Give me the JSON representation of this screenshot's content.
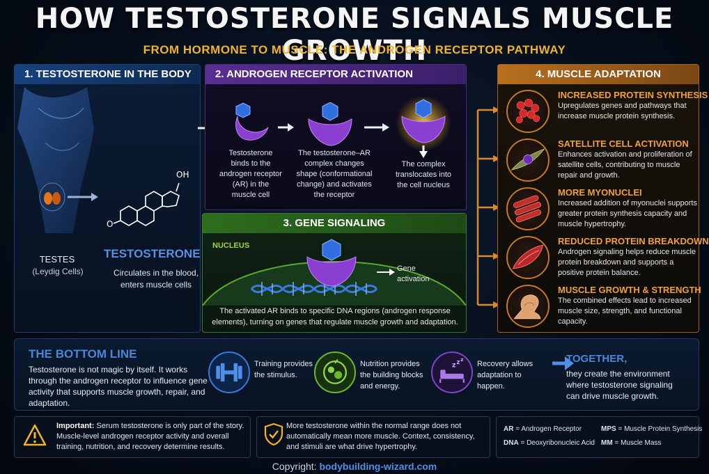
{
  "title": "HOW TESTOSTERONE SIGNALS MUSCLE GROWTH",
  "subtitle": "FROM HORMONE TO MUSCLE: THE ANDROGEN RECEPTOR PATHWAY",
  "colors": {
    "blue": "#17427e",
    "purple": "#5a2d92",
    "green": "#2e6d1e",
    "orange": "#b8701f",
    "gold": "#f0b429"
  },
  "panel1": {
    "heading": "1. TESTOSTERONE IN THE BODY",
    "testes_label": "TESTES",
    "testes_sub": "(Leydig Cells)",
    "molecule_oh": "OH",
    "molecule_o": "O",
    "testosterone_label": "TESTOSTERONE",
    "testosterone_desc": "Circulates in the blood, enters muscle cells"
  },
  "panel2": {
    "heading": "2. ANDROGEN RECEPTOR ACTIVATION",
    "steps": [
      {
        "desc": "Testosterone binds to the androgen receptor (AR) in the muscle cell"
      },
      {
        "desc": "The testosterone–AR complex changes shape (conformational change) and activates the receptor"
      },
      {
        "desc": "The complex translocates into the cell nucleus"
      }
    ]
  },
  "panel3": {
    "heading": "3. GENE SIGNALING",
    "nucleus_label": "NUCLEUS",
    "gene_activation": "Gene activation",
    "desc": "The activated AR binds to specific DNA regions (androgen response elements), turning on genes that regulate muscle growth and adaptation."
  },
  "panel4": {
    "heading": "4. MUSCLE ADAPTATION",
    "items": [
      {
        "title": "INCREASED PROTEIN SYNTHESIS",
        "desc": "Upregulates genes and pathways that increase muscle protein synthesis.",
        "icon": "protein-cluster-icon"
      },
      {
        "title": "SATELLITE CELL ACTIVATION",
        "desc": "Enhances activation and proliferation of satellite cells, contributing to muscle repair and growth.",
        "icon": "satellite-cell-icon"
      },
      {
        "title": "MORE MYONUCLEI",
        "desc": "Increased addition of myonuclei supports greater protein synthesis capacity and muscle hypertrophy.",
        "icon": "muscle-fiber-icon"
      },
      {
        "title": "REDUCED PROTEIN BREAKDOWN",
        "desc": "Androgen signaling helps reduce muscle protein breakdown and supports a positive protein balance.",
        "icon": "muscle-icon"
      },
      {
        "title": "MUSCLE GROWTH & STRENGTH",
        "desc": "The combined effects lead to increased muscle size, strength, and functional capacity.",
        "icon": "flexed-arm-icon"
      }
    ]
  },
  "bottom": {
    "title": "THE BOTTOM LINE",
    "desc": "Testosterone is not magic by itself. It works through the androgen receptor to influence gene activity that supports muscle growth, repair, and adaptation.",
    "items": [
      {
        "text": "Training provides the stimulus.",
        "icon": "dumbbell-icon"
      },
      {
        "text": "Nutrition provides the building blocks and energy.",
        "icon": "nutrition-icon"
      },
      {
        "text": "Recovery allows adaptation to happen.",
        "icon": "sleep-bed-icon"
      }
    ],
    "together_title": "TOGETHER,",
    "together_desc": "they create the environment where testosterone signaling can drive muscle growth."
  },
  "footer": {
    "important_label": "Important:",
    "important_text": "Serum testosterone is only part of the story. Muscle-level androgen receptor activity and overall training, nutrition, and recovery determine results.",
    "normal_range_text": "More testosterone within the normal range does not automatically mean more muscle. Context, consistency, and stimuli are what drive hypertrophy.",
    "abbreviations": [
      {
        "key": "AR",
        "value": "Androgen Receptor"
      },
      {
        "key": "MPS",
        "value": "Muscle Protein Synthesis"
      },
      {
        "key": "DNA",
        "value": "Deoxyribonucleic Acid"
      },
      {
        "key": "MM",
        "value": "Muscle Mass"
      }
    ]
  },
  "copyright": {
    "label": "Copyright:",
    "site": "bodybuilding-wizard.com"
  }
}
